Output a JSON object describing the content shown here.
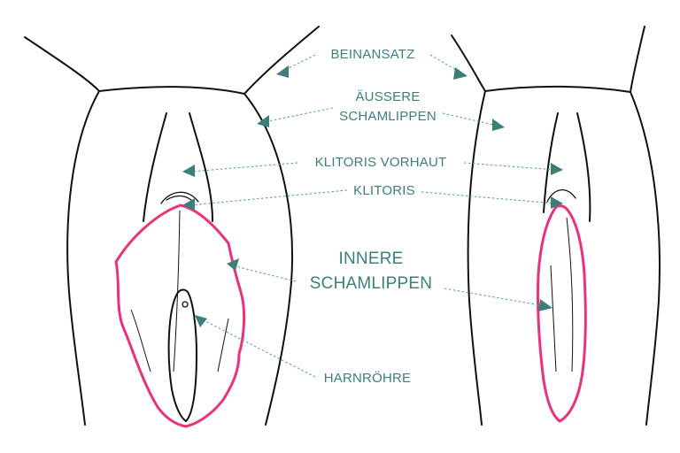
{
  "labels": {
    "beinansatz": "BEINANSATZ",
    "aeussere_line1": "ÄUSSERE",
    "aeussere_line2": "SCHAMLIPPEN",
    "klitoris_vorhaut": "KLITORIS VORHAUT",
    "klitoris": "KLITORIS",
    "innere_line1": "INNERE",
    "innere_line2": "SCHAMLIPPEN",
    "harnroehre": "HARNRÖHRE"
  },
  "colors": {
    "label_teal": "#3d7f78",
    "labia_pink": "#e8327c",
    "outline": "#111111"
  }
}
